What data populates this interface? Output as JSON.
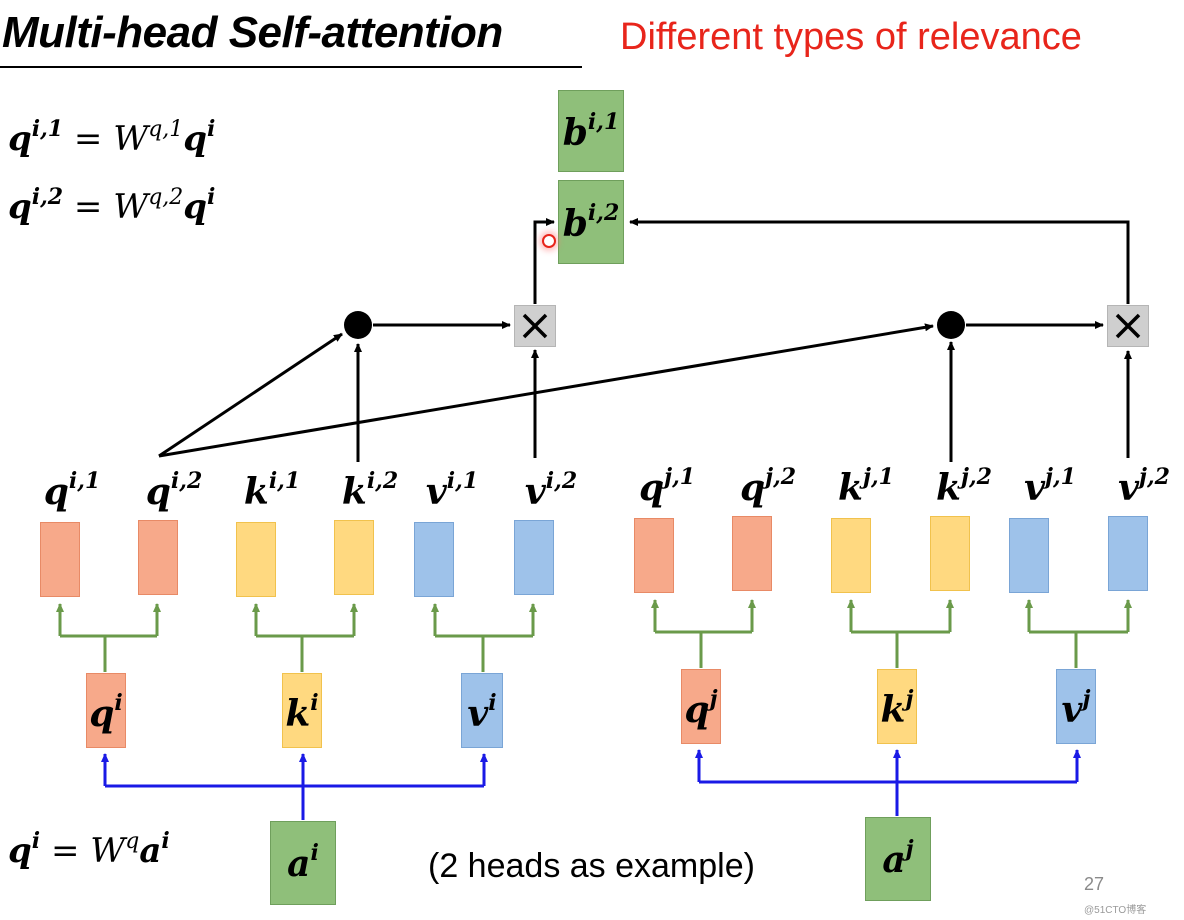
{
  "title": "Multi-head Self-attention",
  "subtitle": "Different types of relevance",
  "equations": {
    "eq1": {
      "lhs": "q",
      "lhs_sup": "i,1",
      "op": "=",
      "mat": "W",
      "mat_sup": "q,1",
      "rhs": "q",
      "rhs_sup": "i"
    },
    "eq2": {
      "lhs": "q",
      "lhs_sup": "i,2",
      "op": "=",
      "mat": "W",
      "mat_sup": "q,2",
      "rhs": "q",
      "rhs_sup": "i"
    },
    "eq3": {
      "lhs": "q",
      "lhs_sup": "i",
      "op": "=",
      "mat": "W",
      "mat_sup": "q",
      "rhs": "a",
      "rhs_sup": "i"
    }
  },
  "outputs": {
    "b1": {
      "base": "b",
      "sup": "i,1"
    },
    "b2": {
      "base": "b",
      "sup": "i,2"
    }
  },
  "vectors_i": [
    {
      "base": "q",
      "sup": "i,1"
    },
    {
      "base": "q",
      "sup": "i,2"
    },
    {
      "base": "k",
      "sup": "i,1"
    },
    {
      "base": "k",
      "sup": "i,2"
    },
    {
      "base": "v",
      "sup": "i,1"
    },
    {
      "base": "v",
      "sup": "i,2"
    }
  ],
  "vectors_j": [
    {
      "base": "q",
      "sup": "j,1"
    },
    {
      "base": "q",
      "sup": "j,2"
    },
    {
      "base": "k",
      "sup": "j,1"
    },
    {
      "base": "k",
      "sup": "j,2"
    },
    {
      "base": "v",
      "sup": "j,1"
    },
    {
      "base": "v",
      "sup": "j,2"
    }
  ],
  "heads_i": [
    {
      "base": "q",
      "sup": "i"
    },
    {
      "base": "k",
      "sup": "i"
    },
    {
      "base": "v",
      "sup": "i"
    }
  ],
  "heads_j": [
    {
      "base": "q",
      "sup": "j"
    },
    {
      "base": "k",
      "sup": "j"
    },
    {
      "base": "v",
      "sup": "j"
    }
  ],
  "inputs": {
    "ai": {
      "base": "a",
      "sup": "i"
    },
    "aj": {
      "base": "a",
      "sup": "j"
    }
  },
  "multiply_symbol": "×",
  "note": "(2 heads as example)",
  "page_number": "27",
  "watermark": "@51CTO博客",
  "colors": {
    "title_red": "#e8251b",
    "q_fill": "#f7a98a",
    "k_fill": "#ffd980",
    "v_fill": "#9ec2ea",
    "ab_fill": "#8fbf7a",
    "wire_green": "#6a9a4a",
    "wire_blue": "#1a1ae6",
    "wire_black": "#000000"
  }
}
